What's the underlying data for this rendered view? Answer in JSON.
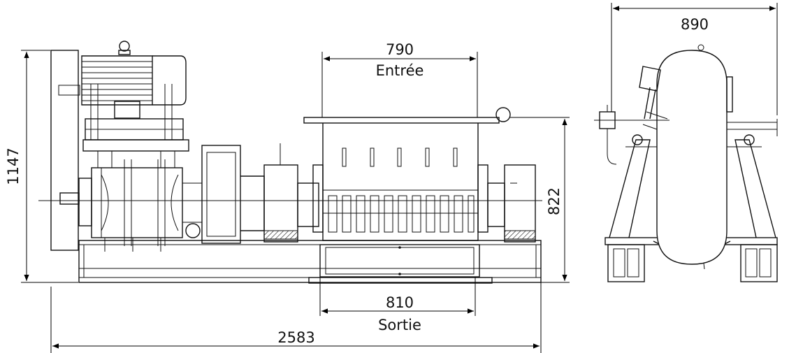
{
  "dimensions": {
    "total_length": "2583",
    "total_height": "1147",
    "inlet_width": "790",
    "inlet_label": "Entrée",
    "outlet_width": "810",
    "outlet_label": "Sortie",
    "hopper_height": "822",
    "side_width": "890"
  },
  "colors": {
    "line": "#111111",
    "background": "#ffffff"
  }
}
